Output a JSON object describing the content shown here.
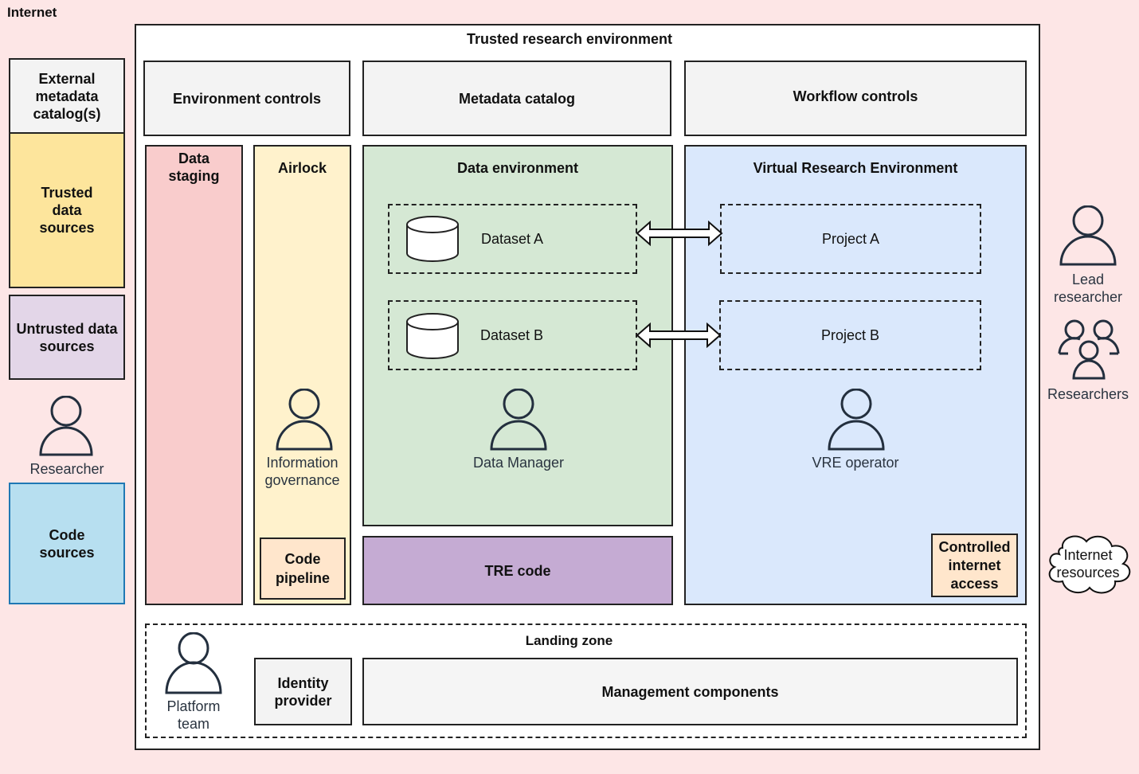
{
  "zone_label": "Internet",
  "tre_title": "Trusted research environment",
  "external": {
    "metadata_catalogs": "External metadata catalog(s)",
    "trusted_sources": "Trusted data sources",
    "untrusted_sources": "Untrusted data sources",
    "researcher": "Researcher",
    "code_sources": "Code sources",
    "lead_researcher": "Lead researcher",
    "researchers": "Researchers",
    "internet_resources": "Internet resources"
  },
  "controls": {
    "environment": "Environment controls",
    "metadata": "Metadata catalog",
    "workflow": "Workflow controls"
  },
  "data_staging": "Data staging",
  "airlock": {
    "title": "Airlock",
    "actor": "Information governance",
    "code_pipeline": "Code pipeline"
  },
  "data_env": {
    "title": "Data environment",
    "datasets": [
      "Dataset A",
      "Dataset B"
    ],
    "actor": "Data Manager"
  },
  "tre_code": "TRE code",
  "vre": {
    "title": "Virtual Research Environment",
    "projects": [
      "Project A",
      "Project B"
    ],
    "actor": "VRE operator",
    "internet_access": "Controlled internet access"
  },
  "landing": {
    "title": "Landing zone",
    "actor": "Platform team",
    "identity": "Identity provider",
    "management": "Management components"
  },
  "colors": {
    "internet_bg": "#fde6e6",
    "grey_box": "#f3f3f3",
    "trusted": "#fde59c",
    "untrusted": "#e3d6e8",
    "code_sources": "#b7dff0",
    "staging": "#f9cccc",
    "airlock": "#fff2cc",
    "pipeline": "#ffe6cc",
    "data_env": "#d5e8d4",
    "tre_code": "#c5abd3",
    "vre": "#dae8fc"
  }
}
